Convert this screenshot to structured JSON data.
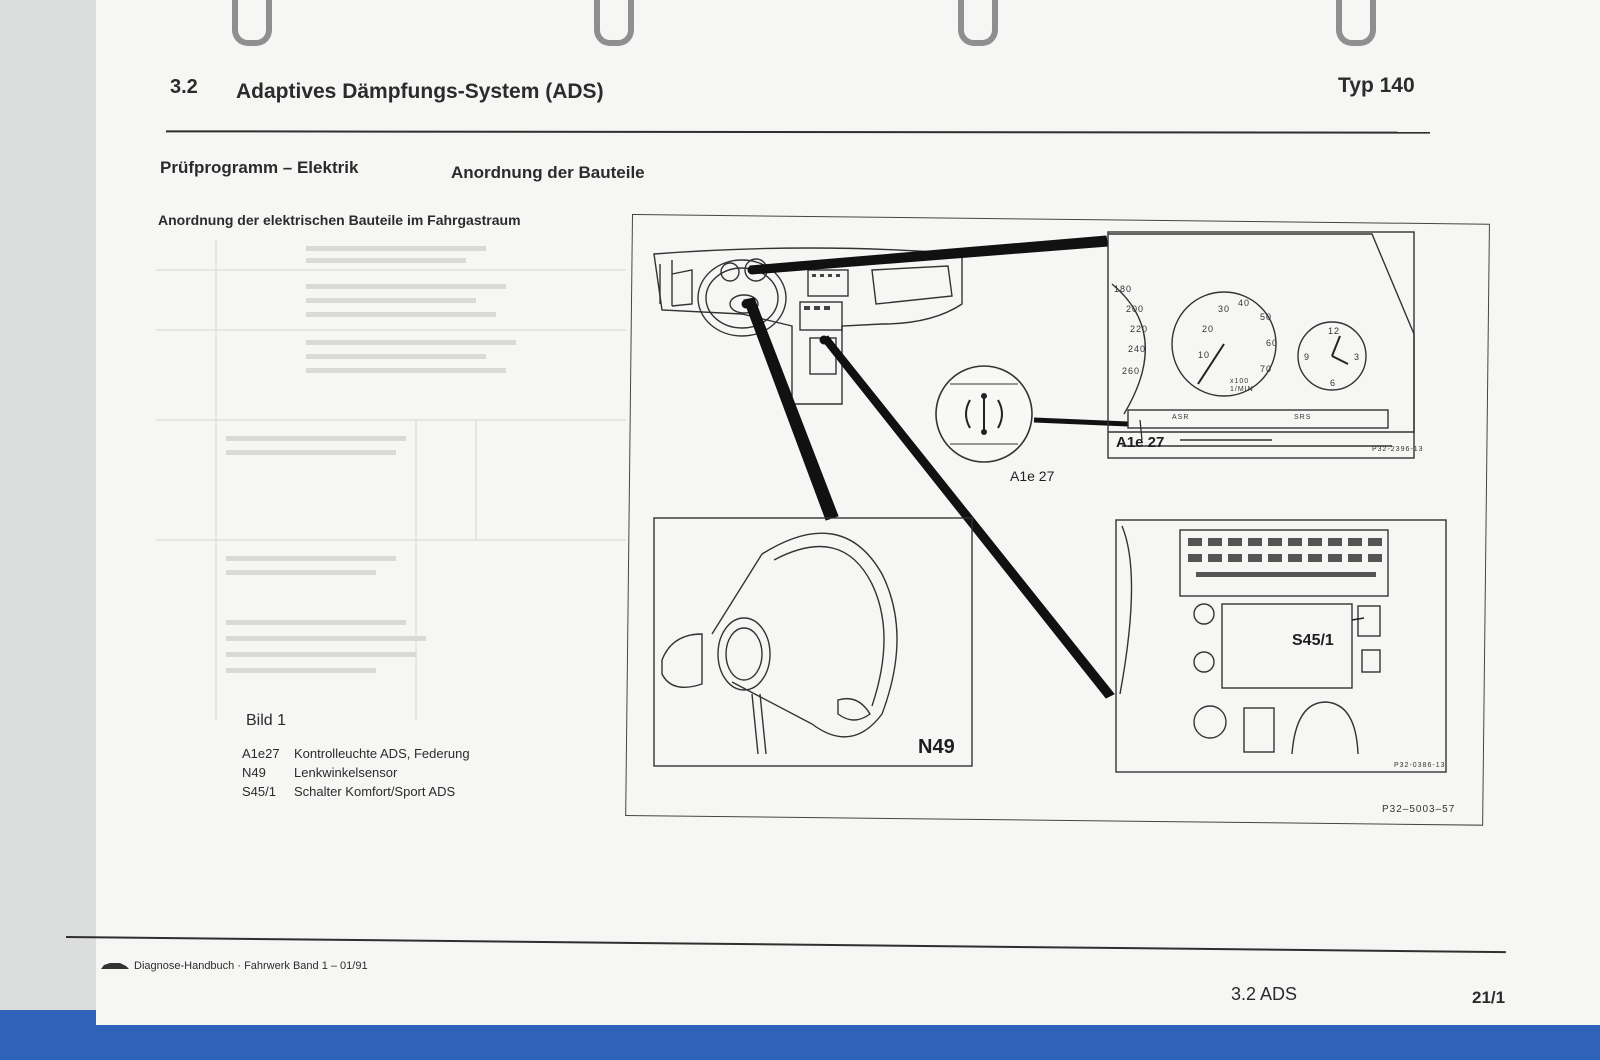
{
  "header": {
    "section_number": "3.2",
    "section_title": "Adaptives Dämpfungs-System (ADS)",
    "type_label": "Typ 140"
  },
  "subheader": {
    "left": "Prüfprogramm – Elektrik",
    "right": "Anordnung der Bauteile"
  },
  "caption": "Anordnung der elektrischen Bauteile im Fahrgastraum",
  "figure": {
    "callouts": {
      "a1e27_display": "A1e 27",
      "a1e27_detail": "A1e 27",
      "n49": "N49",
      "s45": "S45/1"
    },
    "cluster_labels": {
      "speed_ticks": [
        "180",
        "200",
        "220",
        "240",
        "260"
      ],
      "tacho_ticks": [
        "10",
        "20",
        "30",
        "40",
        "50",
        "60",
        "70"
      ],
      "tacho_unit": "x100\n1/MIN",
      "clock_ticks": [
        "12",
        "3",
        "6",
        "9"
      ],
      "warning_lights": [
        "ASR",
        "SRS"
      ]
    },
    "codes": {
      "cluster": "P32-2396-13",
      "console": "P32-0386-13",
      "main": "P32–5003–57"
    }
  },
  "legend": {
    "title": "Bild 1",
    "items": [
      {
        "code": "A1e27",
        "text": "Kontrolleuchte ADS, Federung"
      },
      {
        "code": "N49",
        "text": "Lenkwinkelsensor"
      },
      {
        "code": "S45/1",
        "text": "Schalter Komfort/Sport ADS"
      }
    ]
  },
  "footer": {
    "left": "Diagnose-Handbuch · Fahrwerk Band 1 – 01/91",
    "section": "3.2 ADS",
    "page": "21/1"
  }
}
